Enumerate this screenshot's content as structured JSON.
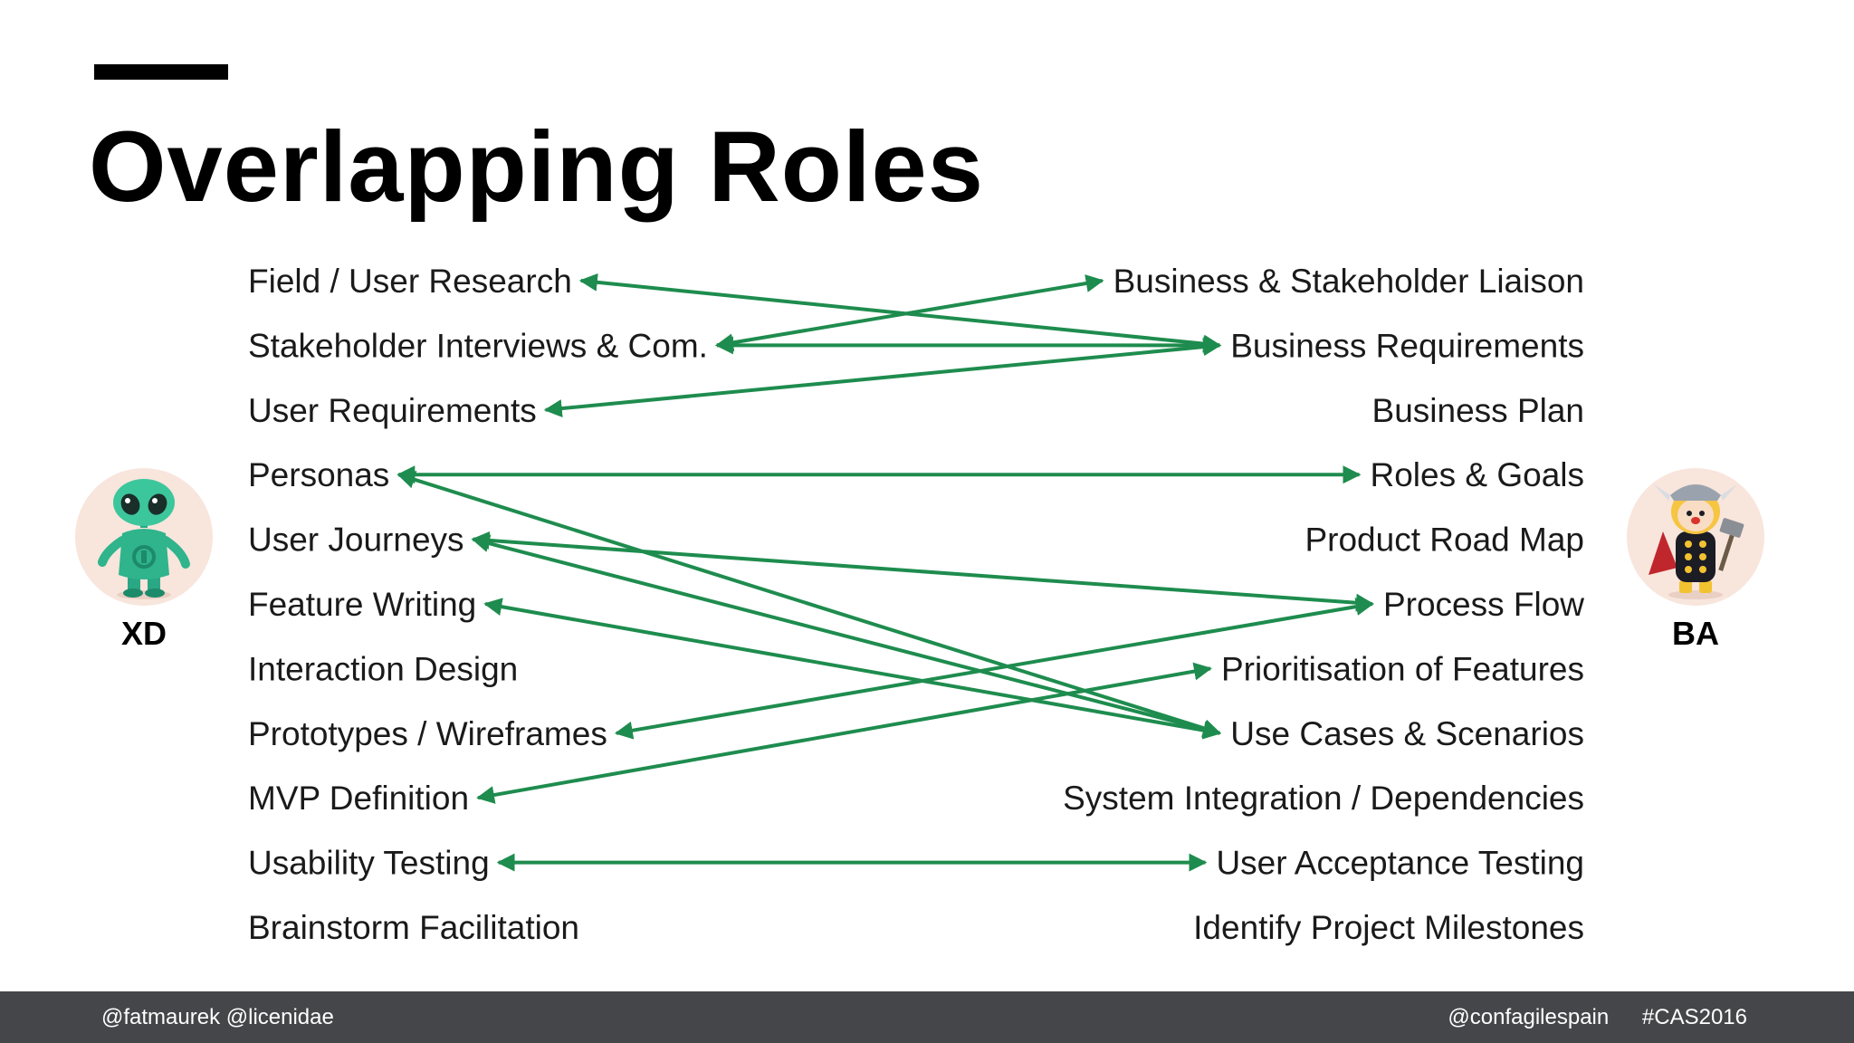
{
  "slide": {
    "title": "Overlapping Roles"
  },
  "avatars": {
    "left": {
      "label": "XD",
      "icon": "alien-robot-icon"
    },
    "right": {
      "label": "BA",
      "icon": "thor-character-icon"
    }
  },
  "diagram": {
    "arrow_color": "#1e8c4e",
    "left_items": [
      "Field / User Research",
      "Stakeholder Interviews & Com.",
      "User Requirements",
      "Personas",
      "User Journeys",
      "Feature Writing",
      "Interaction Design",
      "Prototypes / Wireframes",
      "MVP Definition",
      "Usability Testing",
      "Brainstorm Facilitation"
    ],
    "right_items": [
      "Business & Stakeholder Liaison",
      "Business Requirements",
      "Business Plan",
      "Roles & Goals",
      "Product Road Map",
      "Process Flow",
      "Prioritisation of Features",
      "Use Cases & Scenarios",
      "System Integration / Dependencies",
      "User Acceptance Testing",
      "Identify Project Milestones"
    ],
    "connections": [
      {
        "from": "Field / User Research",
        "to": "Business Requirements",
        "arrows": "both"
      },
      {
        "from": "Stakeholder Interviews & Com.",
        "to": "Business & Stakeholder Liaison",
        "arrows": "both"
      },
      {
        "from": "Stakeholder Interviews & Com.",
        "to": "Business Requirements",
        "arrows": "both"
      },
      {
        "from": "User Requirements",
        "to": "Business Requirements",
        "arrows": "both"
      },
      {
        "from": "Personas",
        "to": "Roles & Goals",
        "arrows": "both"
      },
      {
        "from": "Personas",
        "to": "Use Cases & Scenarios",
        "arrows": "both"
      },
      {
        "from": "User Journeys",
        "to": "Process Flow",
        "arrows": "both"
      },
      {
        "from": "User Journeys",
        "to": "Use Cases & Scenarios",
        "arrows": "both"
      },
      {
        "from": "Feature Writing",
        "to": "Use Cases & Scenarios",
        "arrows": "both"
      },
      {
        "from": "Prototypes / Wireframes",
        "to": "Process Flow",
        "arrows": "both"
      },
      {
        "from": "MVP Definition",
        "to": "Prioritisation of Features",
        "arrows": "both"
      },
      {
        "from": "Usability Testing",
        "to": "User Acceptance Testing",
        "arrows": "both"
      }
    ]
  },
  "footer": {
    "left": "@fatmaurek @licenidae",
    "right_handle": "@confagilespain",
    "right_hashtag": "#CAS2016"
  }
}
